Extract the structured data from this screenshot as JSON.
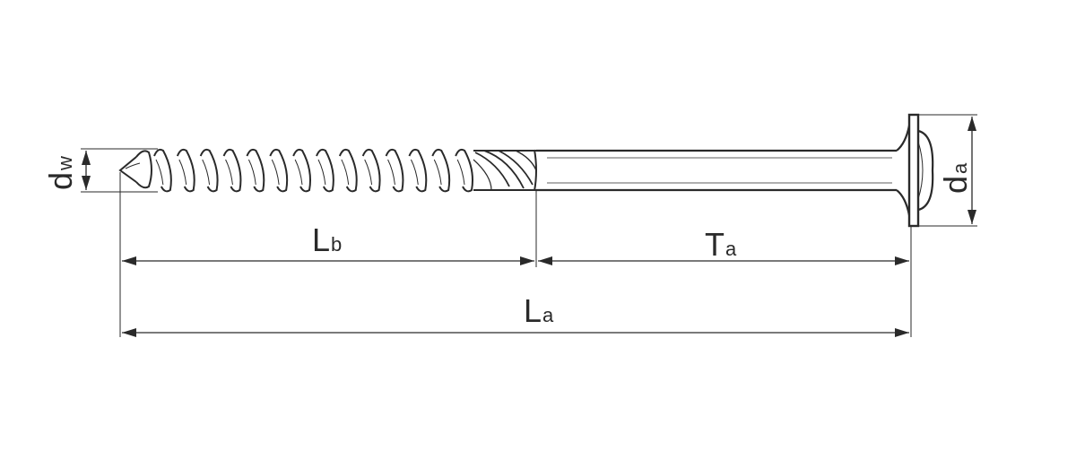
{
  "diagram": {
    "labels": {
      "dw": {
        "main": "d",
        "sub": "w"
      },
      "da": {
        "main": "d",
        "sub": "a"
      },
      "lb": {
        "main": "L",
        "sub": "b"
      },
      "ta": {
        "main": "T",
        "sub": "a"
      },
      "la": {
        "main": "L",
        "sub": "a"
      }
    },
    "line_color": "#2a2a2a",
    "background": "#ffffff"
  }
}
